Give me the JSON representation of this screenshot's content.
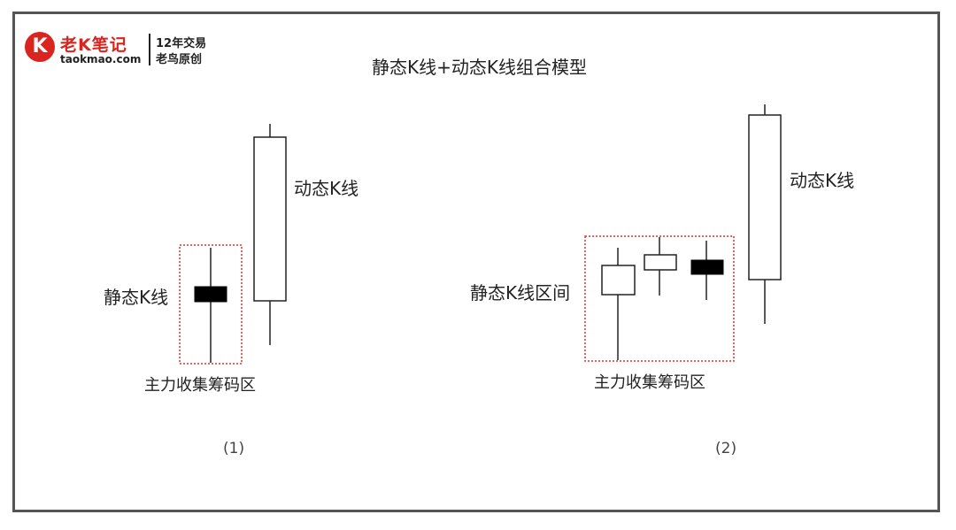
{
  "logo": {
    "mark": "K",
    "name": "老K笔记",
    "url": "taokmao.com",
    "tagline1": "12年交易",
    "tagline2": "老鸟原创",
    "brand_color": "#d9241f"
  },
  "title": "静态K线+动态K线组合模型",
  "panel1": {
    "static_label": "静态K线",
    "dynamic_label": "动态K线",
    "zone_label": "主力收集筹码区",
    "number": "(1)"
  },
  "panel2": {
    "static_label": "静态K线区间",
    "dynamic_label": "动态K线",
    "zone_label": "主力收集筹码区",
    "number": "(2)"
  },
  "colors": {
    "zone_border": "#e0302a",
    "candle_stroke": "#222222",
    "frame": "#555555"
  }
}
